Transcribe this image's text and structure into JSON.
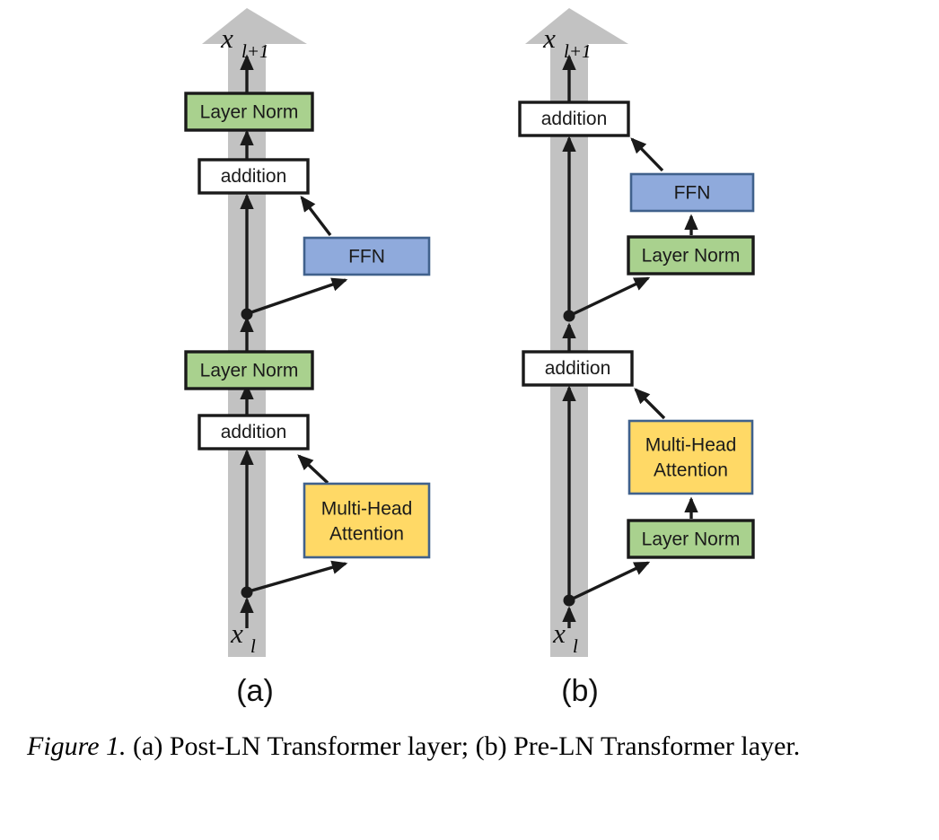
{
  "figure": {
    "caption_emphasis": "Figure 1.",
    "caption_text": " (a) Post-LN Transformer layer; (b) Pre-LN Transformer layer.",
    "colors": {
      "residual_stream_gray": "#c2c2c2",
      "layer_norm_green": "#a9d18e",
      "ffn_blue": "#8faadc",
      "attention_yellow": "#ffd966",
      "addition_white": "#ffffff",
      "stroke_black": "#1a1a1a",
      "stroke_blue": "#40618c",
      "background": "#ffffff"
    }
  },
  "panels": [
    {
      "id": "a",
      "letter": "(a)",
      "name": "Post-LN Transformer layer",
      "input_label": "x_l",
      "input_base": "x",
      "input_sub": "l",
      "output_label": "x_l+1",
      "output_base": "x",
      "output_sub": "l+1",
      "blocks": [
        {
          "id": "a-layer-norm-top",
          "label": "Layer Norm",
          "kind": "layer-norm"
        },
        {
          "id": "a-addition-top",
          "label": "addition",
          "kind": "addition"
        },
        {
          "id": "a-ffn",
          "label": "FFN",
          "kind": "ffn"
        },
        {
          "id": "a-layer-norm-bot",
          "label": "Layer Norm",
          "kind": "layer-norm"
        },
        {
          "id": "a-addition-bot",
          "label": "addition",
          "kind": "addition"
        },
        {
          "id": "a-attention",
          "label": "Multi-Head\nAttention",
          "kind": "attention",
          "line1": "Multi-Head",
          "line2": "Attention"
        }
      ]
    },
    {
      "id": "b",
      "letter": "(b)",
      "name": "Pre-LN Transformer layer",
      "input_label": "x_l",
      "input_base": "x",
      "input_sub": "l",
      "output_label": "x_l+1",
      "output_base": "x",
      "output_sub": "l+1",
      "blocks": [
        {
          "id": "b-addition-top",
          "label": "addition",
          "kind": "addition"
        },
        {
          "id": "b-ffn",
          "label": "FFN",
          "kind": "ffn"
        },
        {
          "id": "b-layer-norm-top",
          "label": "Layer Norm",
          "kind": "layer-norm"
        },
        {
          "id": "b-addition-bot",
          "label": "addition",
          "kind": "addition"
        },
        {
          "id": "b-attention",
          "label": "Multi-Head\nAttention",
          "kind": "attention",
          "line1": "Multi-Head",
          "line2": "Attention"
        },
        {
          "id": "b-layer-norm-bot",
          "label": "Layer Norm",
          "kind": "layer-norm"
        }
      ]
    }
  ]
}
